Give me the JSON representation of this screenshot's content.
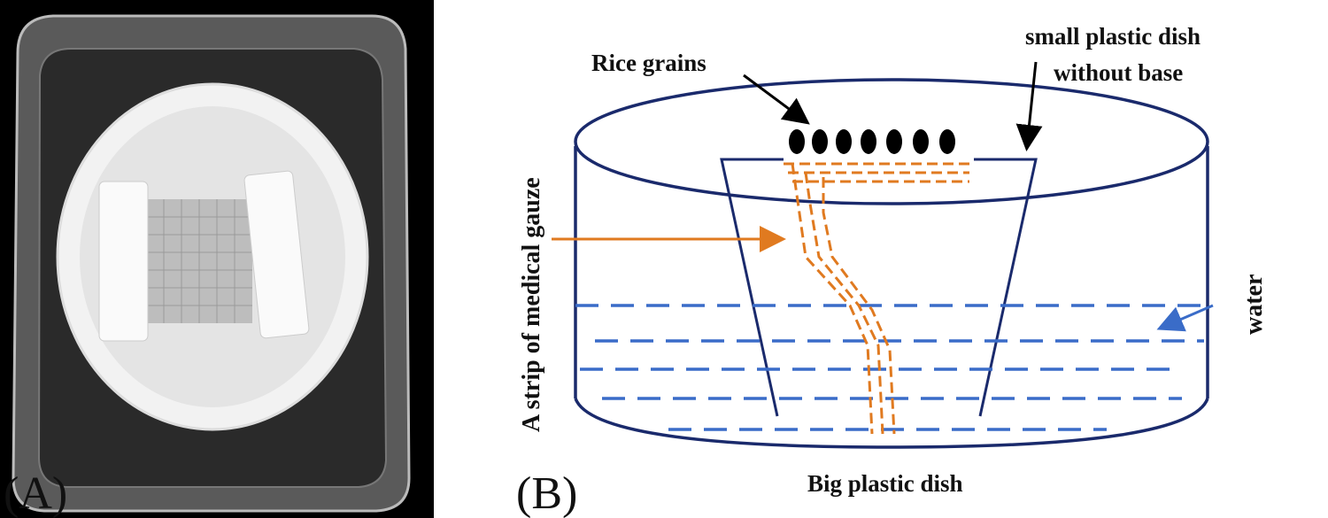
{
  "panel_a": {
    "label": "(A)",
    "photo_subject": "container with gauze-covered plastic dish"
  },
  "panel_b": {
    "label": "(B)",
    "annotations": {
      "rice": "Rice grains",
      "small_dish_line1": "small plastic dish",
      "small_dish_line2": "without base",
      "gauze": "A strip of medical gauze",
      "water": "water",
      "big_dish": "Big plastic dish"
    },
    "colors": {
      "outline": "#1a2a6c",
      "gauze": "#e07a20",
      "water": "#3a6cc8",
      "grain": "#000000",
      "arrow_gauze": "#e07a20",
      "arrow_water": "#3a6cc8"
    },
    "icons": [
      "rice-grain-icon",
      "arrow-icon"
    ]
  }
}
